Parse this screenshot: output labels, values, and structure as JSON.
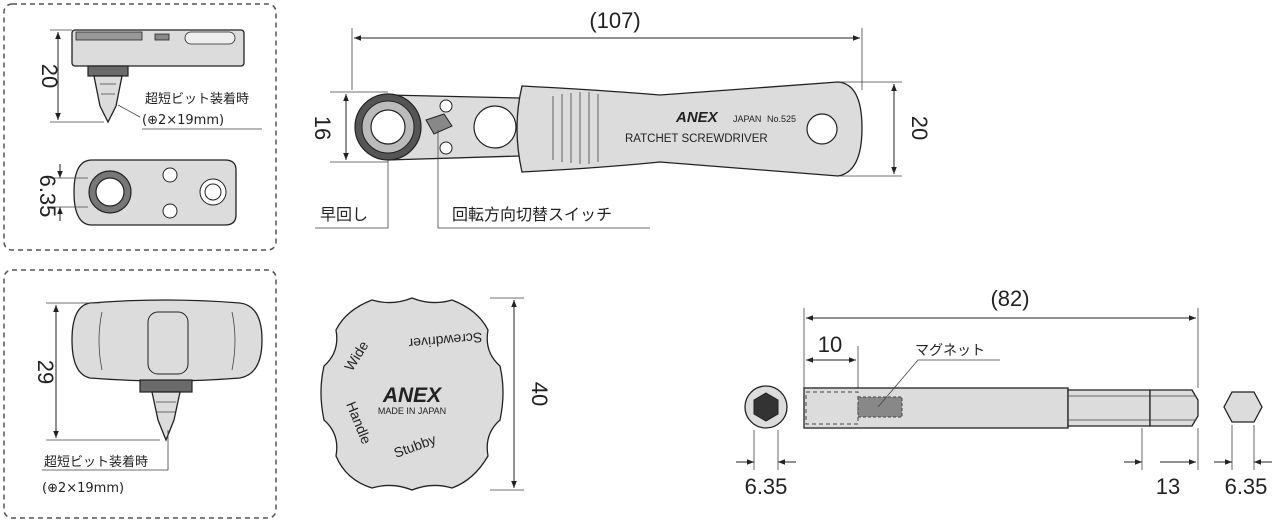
{
  "dimensions": {
    "overall_length": "(107)",
    "ratchet_height": "20",
    "head_height": "16",
    "handle_height": "20",
    "square_drive": "6.35",
    "knob_height": "29",
    "knob_diameter": "40",
    "ext_length": "(82)",
    "ext_socket_depth": "10",
    "ext_socket_hex": "6.35",
    "ext_shank_length": "13",
    "ext_shank_hex": "6.35"
  },
  "callouts": {
    "short_bit_1": "超短ビット装着時",
    "short_bit_size_1": "(⊕2×19mm)",
    "short_bit_2": "超短ビット装着時",
    "short_bit_size_2": "(⊕2×19mm)",
    "quick_spin": "早回し",
    "direction_switch": "回転方向切替スイッチ",
    "magnet": "マグネット"
  },
  "handle_print": {
    "brand": "ANEX",
    "origin": "JAPAN",
    "model": "No.525",
    "name": "RATCHET SCREWDRIVER"
  },
  "knob_print": {
    "brand": "ANEX",
    "origin": "MADE IN JAPAN",
    "ring_wide": "Wide",
    "ring_screwdriver": "Screwdriver",
    "ring_handle": "Handle",
    "ring_stubby": "Stubby"
  },
  "colors": {
    "ink": "#222222",
    "part_fill": "#dcdcdc",
    "dark_fill": "#6a6a6a",
    "panel_border": "#555555"
  }
}
